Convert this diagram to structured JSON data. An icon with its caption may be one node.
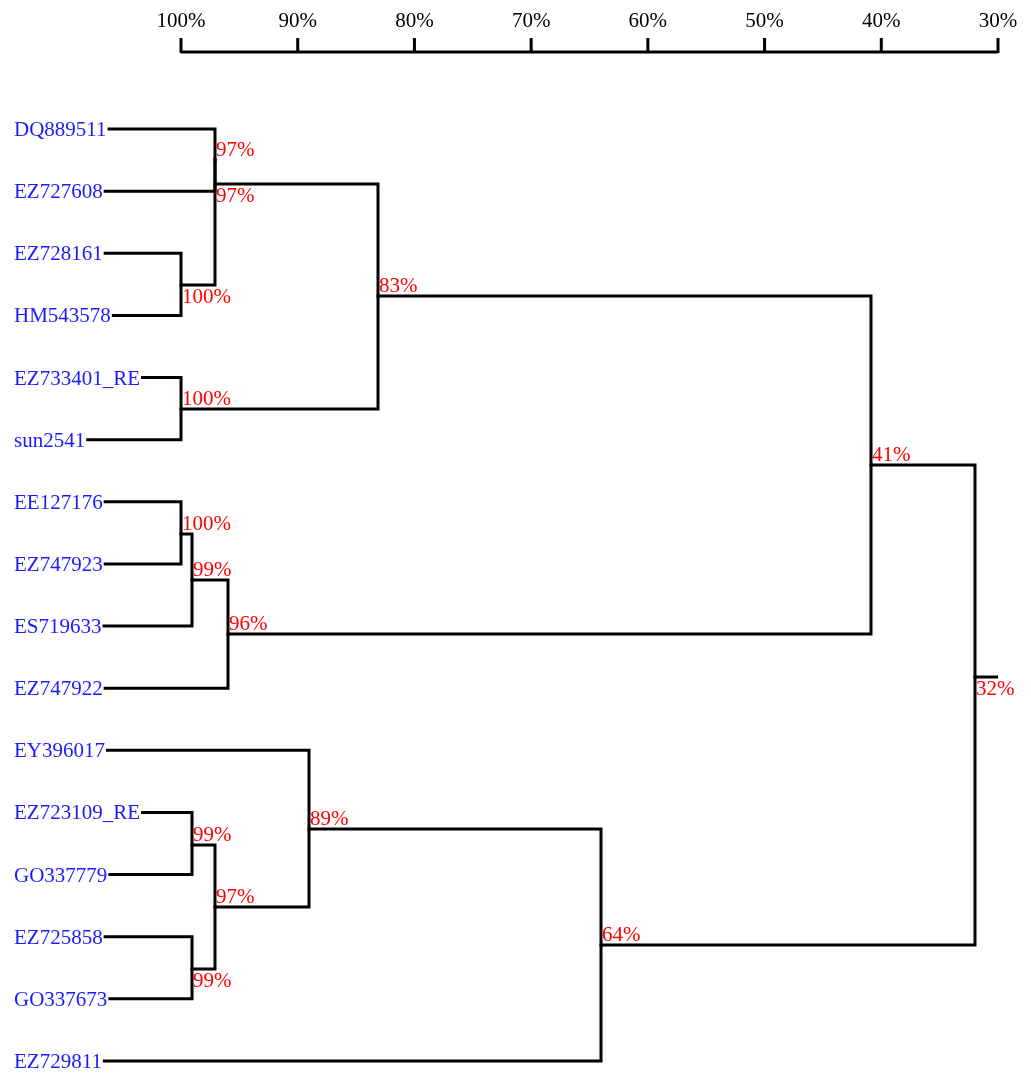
{
  "diagram": {
    "nodes": [
      {
        "text": [
          "DQ889511"
        ]
      },
      {
        "text": [
          "EZ727608"
        ]
      },
      {
        "text": [
          "EZ728161"
        ]
      },
      {
        "text": [
          "HM543578"
        ]
      },
      {
        "text": [
          "EZ733401_RE"
        ]
      },
      {
        "text": [
          "sun2541"
        ]
      },
      {
        "text": [
          "EE127176"
        ]
      },
      {
        "text": [
          "EZ747923"
        ]
      },
      {
        "text": [
          "ES719633"
        ]
      },
      {
        "text": [
          "EZ747922"
        ]
      },
      {
        "text": [
          "EY396017"
        ]
      },
      {
        "text": [
          "EZ723109_RE"
        ]
      },
      {
        "text": [
          "GO337779"
        ]
      },
      {
        "text": [
          "EZ725858"
        ]
      },
      {
        "text": [
          "GO337673"
        ]
      },
      {
        "text": [
          "EZ729811"
        ]
      },
      {
        "text": [
          "97%"
        ]
      },
      {
        "text": [
          "97%"
        ]
      },
      {
        "text": [
          "100%"
        ]
      },
      {
        "text": [
          "83%"
        ]
      },
      {
        "text": [
          "100%"
        ]
      },
      {
        "text": [
          "41%"
        ]
      },
      {
        "text": [
          "100%"
        ]
      },
      {
        "text": [
          "99%"
        ]
      },
      {
        "text": [
          "96%"
        ]
      },
      {
        "text": [
          "32%"
        ]
      },
      {
        "text": [
          "89%"
        ]
      },
      {
        "text": [
          "99%"
        ]
      },
      {
        "text": [
          "97%"
        ]
      },
      {
        "text": [
          "99%"
        ]
      },
      {
        "text": [
          "64%"
        ]
      }
    ],
    "edges": [
      {
        "from": 16,
        "to": 0,
        "arrow": "none"
      },
      {
        "from": 16,
        "to": 1,
        "arrow": "none"
      },
      {
        "from": 17,
        "to": 16,
        "arrow": "none"
      },
      {
        "from": 17,
        "to": 18,
        "arrow": "none"
      },
      {
        "from": 18,
        "to": 2,
        "arrow": "none"
      },
      {
        "from": 18,
        "to": 3,
        "arrow": "none"
      },
      {
        "from": 19,
        "to": 17,
        "arrow": "none"
      },
      {
        "from": 19,
        "to": 20,
        "arrow": "none"
      },
      {
        "from": 20,
        "to": 4,
        "arrow": "none"
      },
      {
        "from": 20,
        "to": 5,
        "arrow": "none"
      },
      {
        "from": 21,
        "to": 19,
        "arrow": "none"
      },
      {
        "from": 21,
        "to": 24,
        "arrow": "none"
      },
      {
        "from": 22,
        "to": 6,
        "arrow": "none"
      },
      {
        "from": 22,
        "to": 7,
        "arrow": "none"
      },
      {
        "from": 23,
        "to": 22,
        "arrow": "none"
      },
      {
        "from": 23,
        "to": 8,
        "arrow": "none"
      },
      {
        "from": 24,
        "to": 23,
        "arrow": "none"
      },
      {
        "from": 24,
        "to": 9,
        "arrow": "none"
      },
      {
        "from": 25,
        "to": 21,
        "arrow": "none"
      },
      {
        "from": 25,
        "to": 30,
        "arrow": "none"
      },
      {
        "from": 26,
        "to": 10,
        "arrow": "none"
      },
      {
        "from": 26,
        "to": 28,
        "arrow": "none"
      },
      {
        "from": 27,
        "to": 11,
        "arrow": "none"
      },
      {
        "from": 27,
        "to": 12,
        "arrow": "none"
      },
      {
        "from": 28,
        "to": 27,
        "arrow": "none"
      },
      {
        "from": 28,
        "to": 29,
        "arrow": "none"
      },
      {
        "from": 29,
        "to": 13,
        "arrow": "none"
      },
      {
        "from": 29,
        "to": 14,
        "arrow": "none"
      },
      {
        "from": 30,
        "to": 26,
        "arrow": "none"
      },
      {
        "from": 30,
        "to": 15,
        "arrow": "none"
      }
    ],
    "labels": [
      "100%",
      "90%",
      "80%",
      "70%",
      "60%",
      "50%",
      "40%",
      "30%"
    ]
  }
}
